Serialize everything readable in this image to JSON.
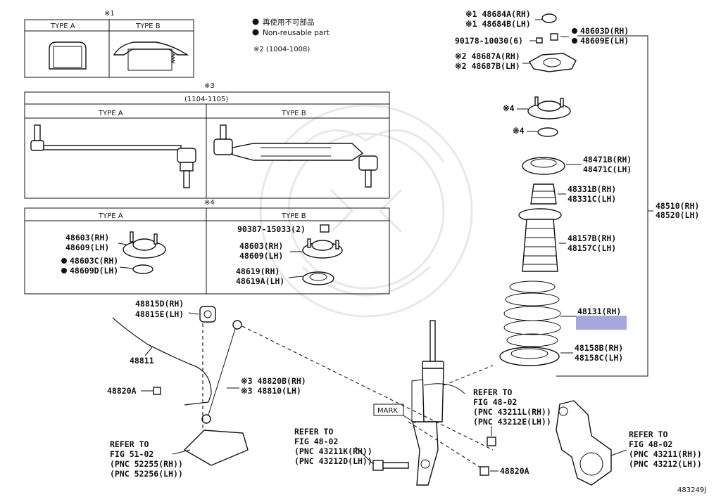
{
  "legend": {
    "jp_note": "再使用不可部品",
    "en_note": "Non-reusable part",
    "note2": "※2 (1004-1008)"
  },
  "panels": {
    "p1": {
      "title": "※1",
      "type_a": "TYPE A",
      "type_b": "TYPE B"
    },
    "p3": {
      "title": "※3",
      "range": "(1104-1105)",
      "type_a": "TYPE A",
      "type_b": "TYPE B"
    },
    "p4": {
      "title": "※4",
      "type_a": "TYPE A",
      "type_b": "TYPE B",
      "a_mount": [
        "48603(RH)",
        "48609(LH)"
      ],
      "a_seal": [
        "48603C(RH)",
        "48609D(LH)"
      ],
      "b_nut": "90387-15033(2)",
      "b_mount": [
        "48603(RH)",
        "48609(LH)"
      ],
      "b_bearing": [
        "48619(RH)",
        "48619A(LH)"
      ]
    }
  },
  "parts": {
    "cap_a": "※1 48684A(RH)",
    "cap_b": "※1 48684B(LH)",
    "bolt": "90178-10030(6)",
    "nut_rh": "48603D(RH)",
    "nut_lh": "48609E(LH)",
    "plate_a": "※2 48687A(RH)",
    "plate_b": "※2 48687B(LH)",
    "mount_ref": "※4",
    "bearing_ref": "※4",
    "seat_rh": "48471B(RH)",
    "seat_lh": "48471C(LH)",
    "bump_rh": "48331B(RH)",
    "bump_lh": "48331C(LH)",
    "boot_rh": "48157B(RH)",
    "boot_lh": "48157C(LH)",
    "spring_rh": "48131(RH)",
    "lower_rh": "48158B(RH)",
    "lower_lh": "48158C(LH)",
    "assy_rh": "48510(RH)",
    "assy_lh": "48520(LH)",
    "bush_rh": "48815D(RH)",
    "bush_lh": "48815E(LH)",
    "stabilizer": "48811",
    "clamp_nut": "48820A",
    "link_rh": "※3 48820B(RH)",
    "link_lh": "※3 48810(LH)",
    "mark": "MARK",
    "nut_bottom": "48820A",
    "fig_num": "483249J"
  },
  "refs": {
    "r1": [
      "REFER TO",
      "FIG 48-02",
      "(PNC 43211L(RH))",
      "(PNC 43212E(LH))"
    ],
    "r2": [
      "REFER TO",
      "FIG 48-02",
      "(PNC 43211K(RH))",
      "(PNC 43212D(LH))"
    ],
    "r3": [
      "REFER TO",
      "FIG 51-02",
      "(PNC 52255(RH))",
      "(PNC 52256(LH))"
    ],
    "r4": [
      "REFER TO",
      "FIG 48-02",
      "(PNC 43211(RH))",
      "(PNC 43212(LH))"
    ]
  },
  "colors": {
    "highlight": "#a6a8dd",
    "ink": "#111111"
  }
}
